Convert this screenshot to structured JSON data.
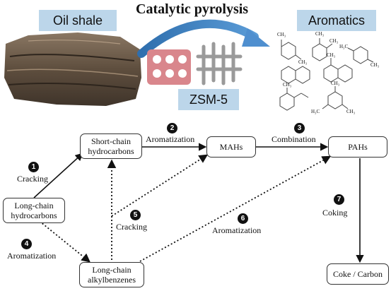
{
  "header": {
    "title": "Catalytic pyrolysis",
    "left_banner": "Oil shale",
    "right_banner": "Aromatics",
    "catalyst_label": "ZSM-5"
  },
  "nodes": {
    "long_chain_hydrocarbons": [
      "Long-chain",
      "hydrocarbons"
    ],
    "short_chain_hydrocarbons": [
      "Short-chain",
      "hydrocarbons"
    ],
    "mahs": "MAHs",
    "pahs": "PAHs",
    "long_chain_alkylbenzenes": [
      "Long-chain",
      "alkylbenzenes"
    ],
    "coke_carbon": "Coke / Carbon"
  },
  "steps": [
    {
      "number": "1",
      "label": "Cracking"
    },
    {
      "number": "2",
      "label": "Aromatization"
    },
    {
      "number": "3",
      "label": "Combination"
    },
    {
      "number": "4",
      "label": "Aromatization"
    },
    {
      "number": "5",
      "label": "Cracking"
    },
    {
      "number": "6",
      "label": "Aromatization"
    },
    {
      "number": "7",
      "label": "Coking"
    }
  ],
  "molecule_labels": {
    "methyl": "CH₃",
    "methyl_left": "H₃C"
  },
  "colors": {
    "banner": "#bcd6ea",
    "curved_arrow": "#3f7fbf",
    "zeolite": "#c8505a",
    "rock": "#6b5a48"
  }
}
